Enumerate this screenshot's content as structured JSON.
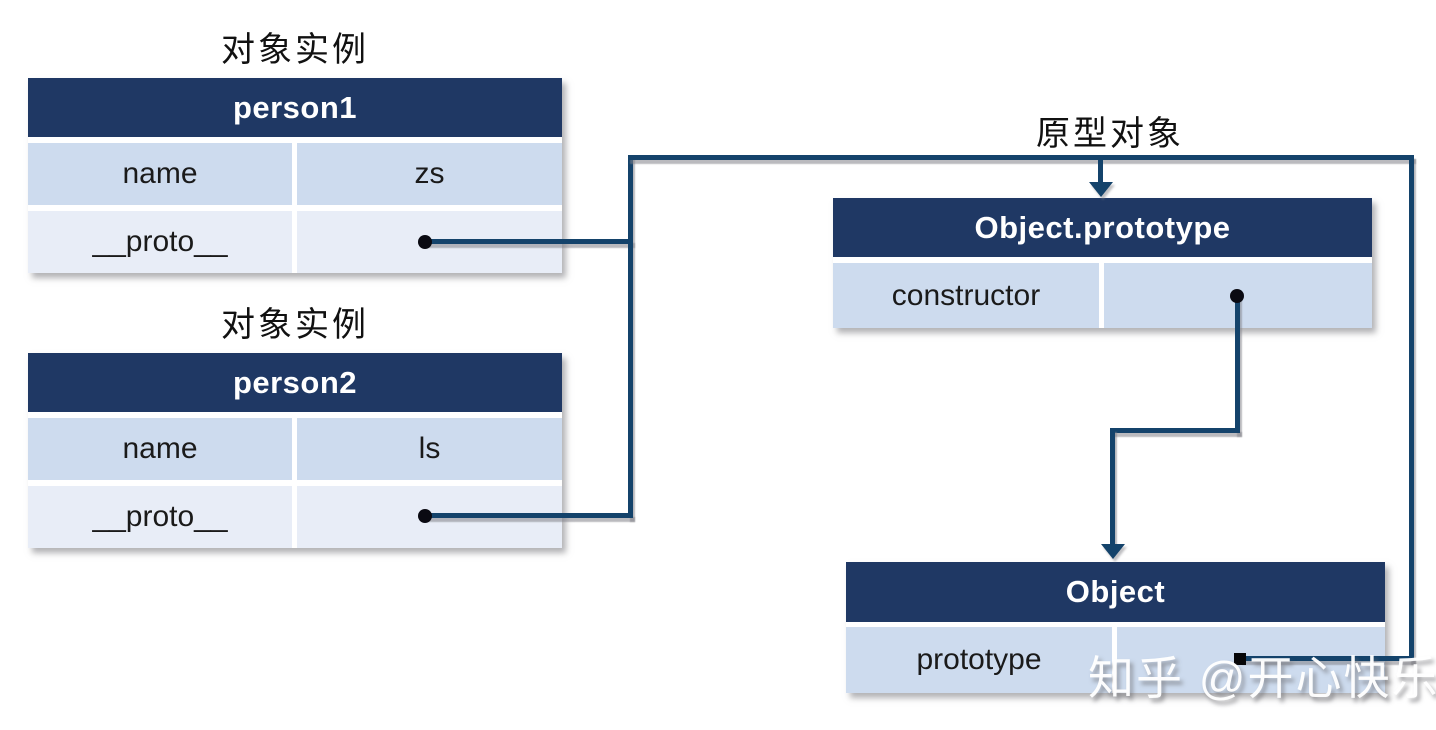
{
  "labels": {
    "instance1": "对象实例",
    "instance2": "对象实例",
    "prototype_object": "原型对象"
  },
  "tables": {
    "person1": {
      "title": "person1",
      "rows": [
        {
          "key": "name",
          "value": "zs"
        },
        {
          "key": "__proto__",
          "value": ""
        }
      ]
    },
    "person2": {
      "title": "person2",
      "rows": [
        {
          "key": "name",
          "value": "ls"
        },
        {
          "key": "__proto__",
          "value": ""
        }
      ]
    },
    "object_prototype": {
      "title": "Object.prototype",
      "rows": [
        {
          "key": "constructor",
          "value": ""
        }
      ]
    },
    "object": {
      "title": "Object",
      "rows": [
        {
          "key": "prototype",
          "value": ""
        }
      ]
    }
  },
  "watermark": "知乎 @开心快乐",
  "colors": {
    "table_header": "#1f3864",
    "row_primary": "#cddbee",
    "row_secondary": "#e8edf7",
    "connector": "#14436b",
    "pointer_dot": "#0a0a12",
    "watermark_text": "#ffffff"
  }
}
